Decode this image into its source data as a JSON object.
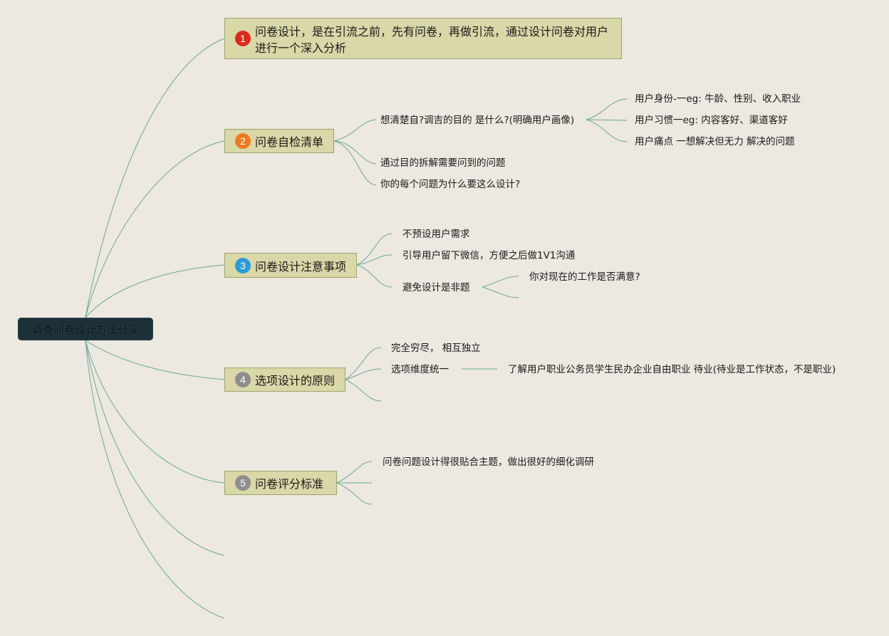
{
  "root": {
    "label": "调查问卷设计方法分享"
  },
  "topics": [
    {
      "num": "1",
      "label": "问卷设计，是在引流之前，先有问卷，再做引流，通过设计问卷对用户进行一个深入分析"
    },
    {
      "num": "2",
      "label": "问卷自检清单"
    },
    {
      "num": "3",
      "label": "问卷设计注意事项"
    },
    {
      "num": "4",
      "label": "选项设计的原则"
    },
    {
      "num": "5",
      "label": "问卷评分标准"
    }
  ],
  "t2_items": {
    "a": "想清楚自?调吉的目的 是什么?(明确用户画像)",
    "a1": "用户身份-一eg: 牛龄、性别、收入职业",
    "a2": "用户习惯一eg: 内容客好、渠道客好",
    "a3": "用户痛点 一想解决但无力 解决的问题",
    "b": "通过目的拆解需要问到的问题",
    "c": "你的每个问题为什么要这么设计?"
  },
  "t3_items": {
    "a": "不预设用户需求",
    "b": "引导用户留下微信，方便之后做1V1沟通",
    "c": "避免设计是非题",
    "c1": "你对现在的工作是否满意?"
  },
  "t4_items": {
    "a": "完全穷尽， 相互独立",
    "b": "选项维度统一",
    "b1": "了解用户职业公务员学生民办企业自由职业 待业(待业是工作状态，不是职业)"
  },
  "t5_items": {
    "a": "问卷问题设计得很贴合主题，做出很好的细化调研"
  },
  "colors": {
    "line": "#6aa89a",
    "root_bg": "#1c3038",
    "topic_bg": "#dad7a8",
    "topic_border": "#9ba56c"
  }
}
